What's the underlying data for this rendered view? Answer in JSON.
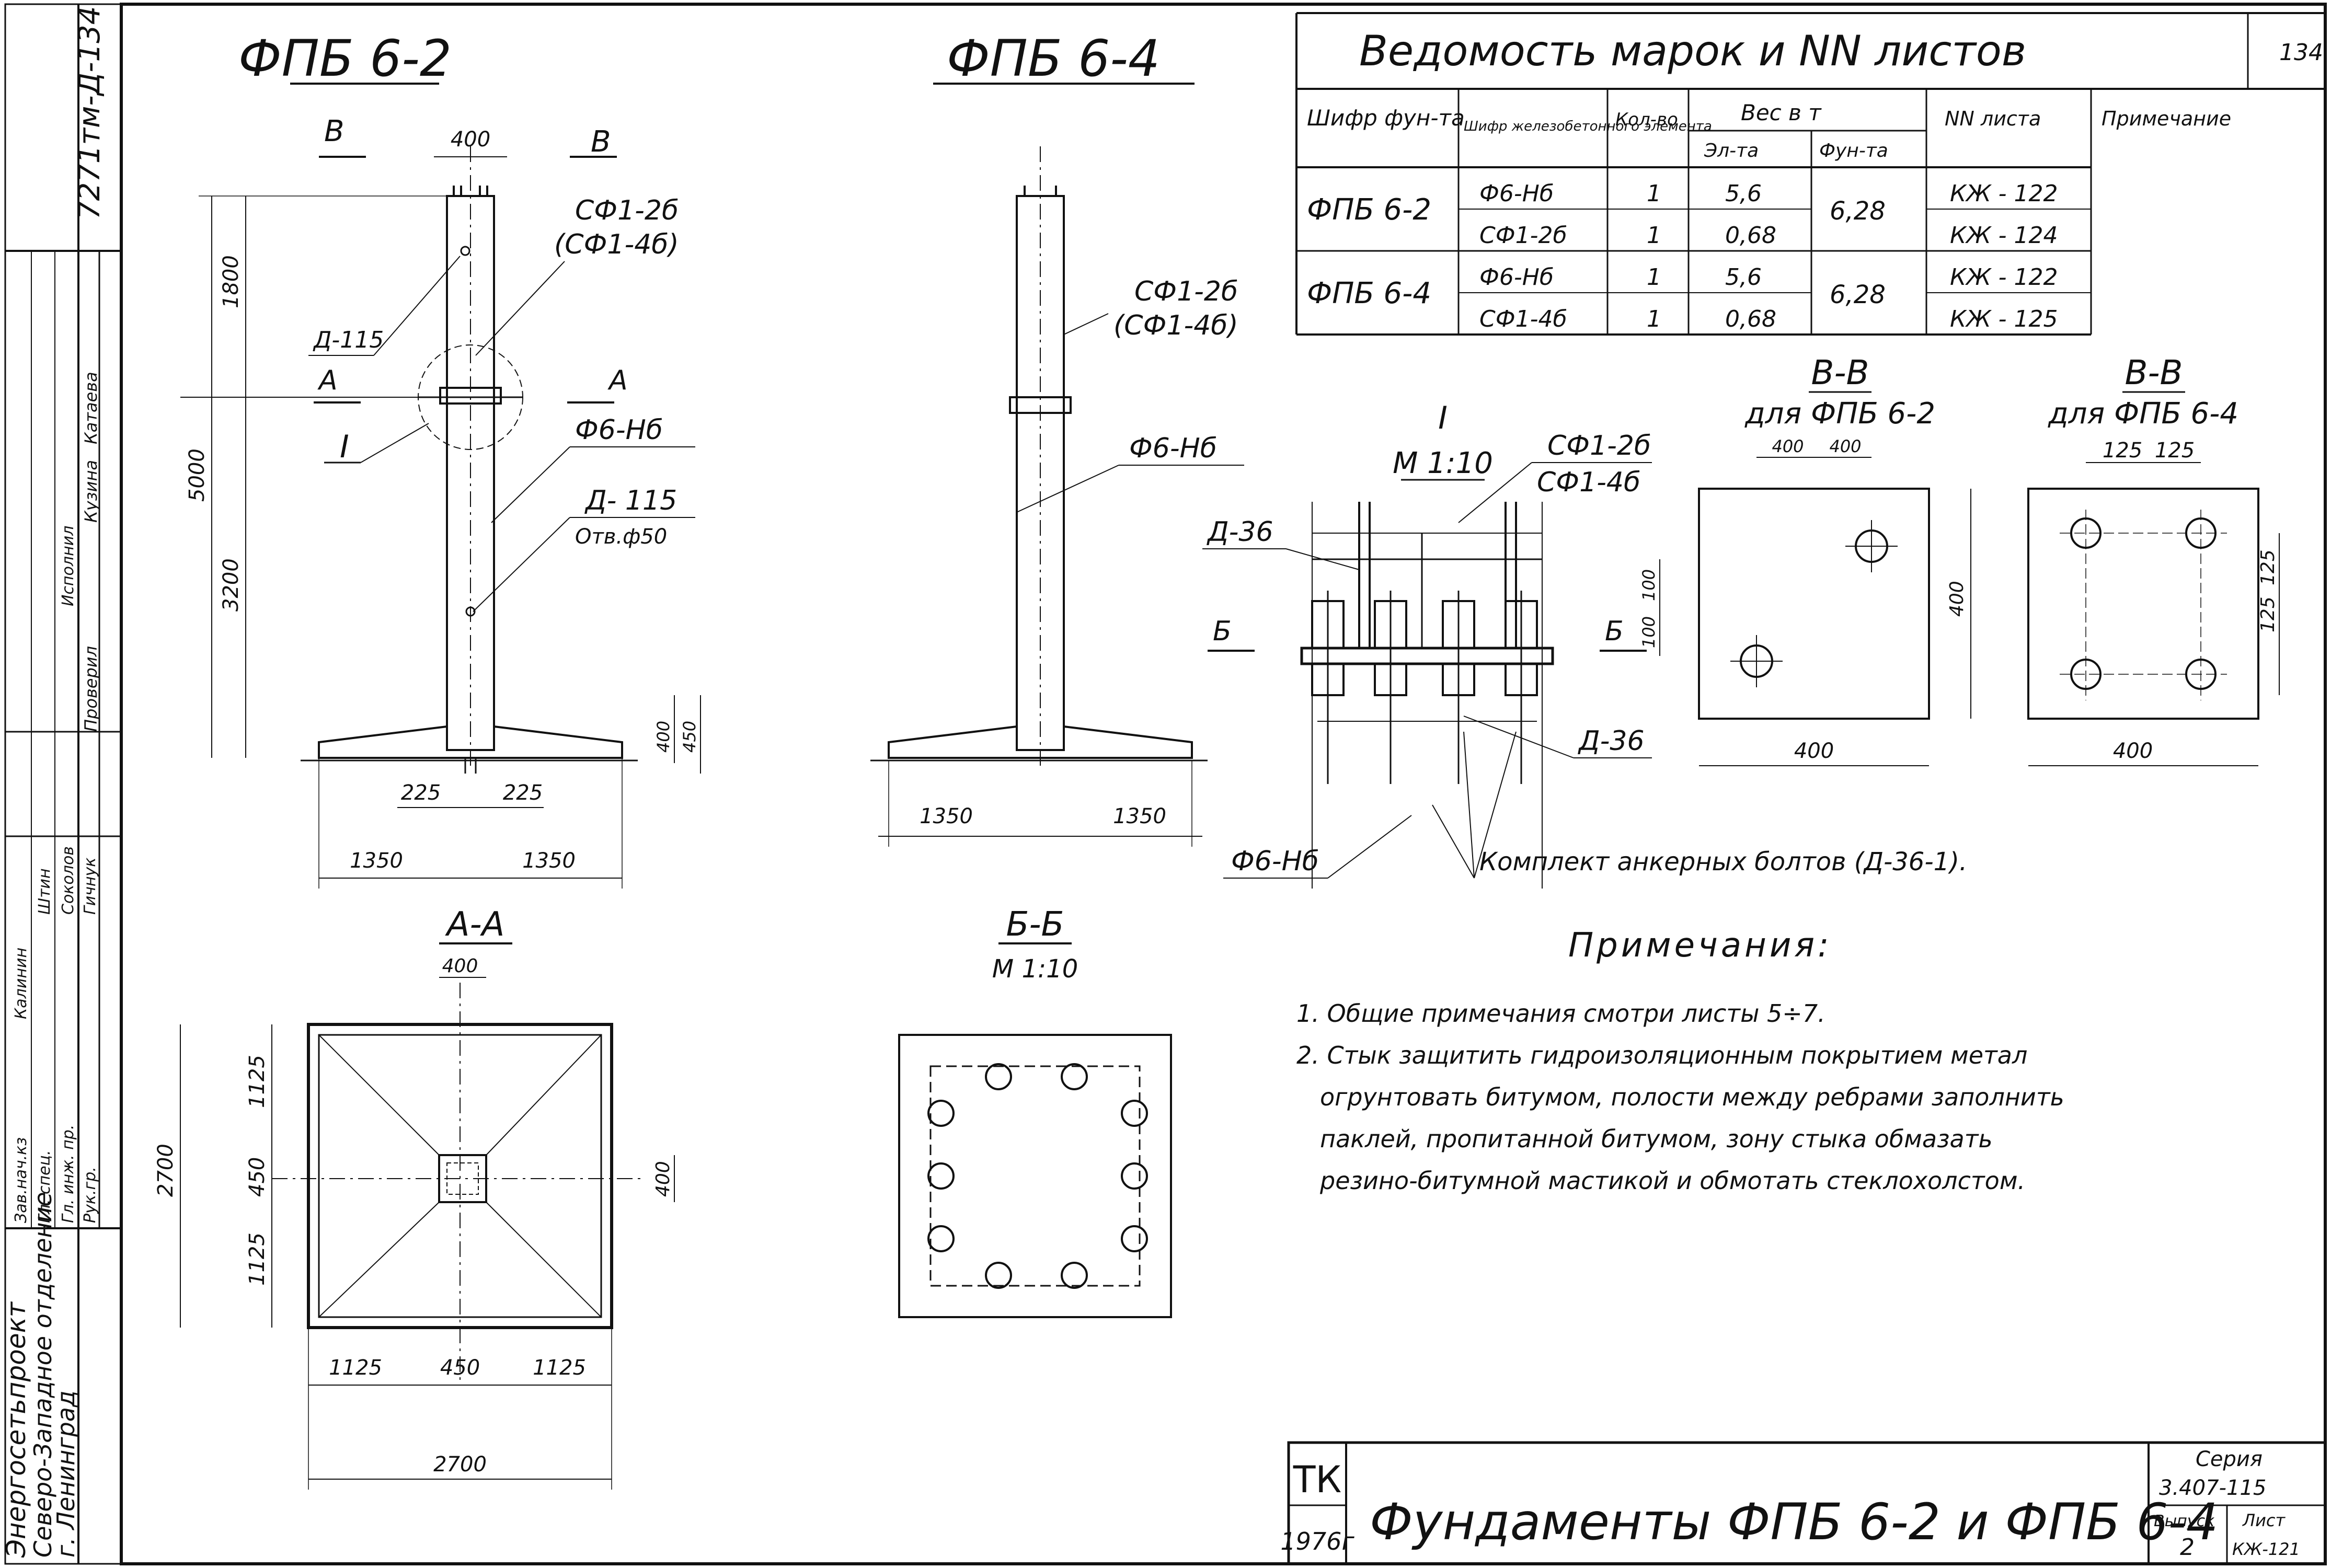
{
  "sheet_no": "134",
  "side_stamp": {
    "code": "7271тм-Д-134",
    "org_line1": "Энергосетьпроект",
    "org_line2": "Северо-Западное отделение",
    "org_line3": "г. Ленинград",
    "rows": [
      {
        "role": "Зав.нач.кз",
        "name": "Калинин"
      },
      {
        "role": "Гл. спец.",
        "name": "Штин"
      },
      {
        "role": "Гл. инж. пр.",
        "name": "Соколов"
      },
      {
        "role": "Рук.гр.",
        "name": "Гичнук"
      },
      {
        "role": "Проверил",
        "name": "Кузина"
      },
      {
        "role": "Исполнил",
        "name": "Катаева"
      }
    ]
  },
  "view_fpb62": {
    "title": "ФПБ 6-2",
    "cut_b": "В",
    "cut_a": "А",
    "node": "I",
    "dims": {
      "top_width": "400",
      "upper": "1800",
      "lower": "3200",
      "total": "5000",
      "base_h1": "400",
      "base_h2": "450",
      "inner_l": "225",
      "inner_r": "225",
      "half_l": "1350",
      "half_r": "1350"
    },
    "labels": {
      "sf1": "СФ1-2б",
      "sf1_alt": "(СФ1-4б)",
      "d115": "Д-115",
      "f6": "Ф6-Нб",
      "d115b": "Д- 115",
      "hole": "Отв.ф50"
    }
  },
  "view_fpb64": {
    "title": "ФПБ 6-4",
    "labels": {
      "sf1": "СФ1-2б",
      "sf1_alt": "(СФ1-4б)",
      "f6": "Ф6-Нб"
    },
    "dims": {
      "half_l": "1350",
      "half_r": "1350"
    }
  },
  "section_aa": {
    "title": "А-А",
    "dims": {
      "top": "400",
      "left_total": "2700",
      "v1": "1125",
      "v2": "450",
      "v3": "1125",
      "right": "400",
      "b1": "1125",
      "b2": "450",
      "b3": "1125",
      "total": "2700"
    }
  },
  "section_bb": {
    "title": "Б-Б",
    "scale": "М 1:10"
  },
  "node_detail": {
    "title": "I",
    "scale": "М 1:10",
    "labels": {
      "sf1": "СФ1-2б",
      "sf1_alt": "СФ1-4б",
      "d36": "Д-36",
      "d36b": "Д-36",
      "f6": "Ф6-Нб",
      "bolts": "Комплект анкерных болтов (Д-36-1).",
      "cut": "Б"
    },
    "dims": {
      "d1": "100",
      "d2": "100"
    }
  },
  "section_vv_62": {
    "title": "В-В",
    "subtitle": "для ФПБ 6-2",
    "dims": {
      "top1": "400",
      "top2": "400",
      "side": "400",
      "bottom": "400"
    }
  },
  "section_vv_64": {
    "title": "В-В",
    "subtitle": "для ФПБ 6-4",
    "dims": {
      "top1": "125",
      "top2": "125",
      "side1": "125",
      "side2": "125",
      "bottom": "400"
    }
  },
  "schedule": {
    "title": "Ведомость марок и NN листов",
    "headers": {
      "mark": "Шифр фун-та",
      "element": "Шифр железобетонного элемента",
      "qty": "Кол-во",
      "weight": "Вес в т",
      "w_el": "Эл-та",
      "w_fn": "Фун-та",
      "sheet": "NN листа",
      "note": "Примечание"
    },
    "rows": [
      {
        "mark": "ФПБ 6-2",
        "element": "Ф6-Нб",
        "qty": "1",
        "w_el": "5,6",
        "w_fn": "6,28",
        "sheet": "КЖ - 122"
      },
      {
        "mark": "",
        "element": "СФ1-2б",
        "qty": "1",
        "w_el": "0,68",
        "w_fn": "",
        "sheet": "КЖ - 124"
      },
      {
        "mark": "ФПБ 6-4",
        "element": "Ф6-Нб",
        "qty": "1",
        "w_el": "5,6",
        "w_fn": "6,28",
        "sheet": "КЖ - 122"
      },
      {
        "mark": "",
        "element": "СФ1-4б",
        "qty": "1",
        "w_el": "0,68",
        "w_fn": "",
        "sheet": "КЖ - 125"
      }
    ]
  },
  "notes": {
    "title": "Примечания:",
    "items": [
      "1. Общие примечания смотри листы 5÷7.",
      "2. Стык защитить гидроизоляционным покрытием метал",
      "огрунтовать битумом, полости между ребрами заполнить",
      "паклей, пропитанной битумом, зону стыка обмазать",
      "резино-битумной мастикой и обмотать стеклохолстом."
    ]
  },
  "title_block": {
    "org": "ТК",
    "year": "1976г",
    "title": "Фундаменты ФПБ 6-2 и ФПБ 6-4",
    "series_label": "Серия",
    "series": "3.407-115",
    "issue_label": "Выпуск",
    "issue": "2",
    "sheet_label": "Лист",
    "sheet": "КЖ-121"
  }
}
